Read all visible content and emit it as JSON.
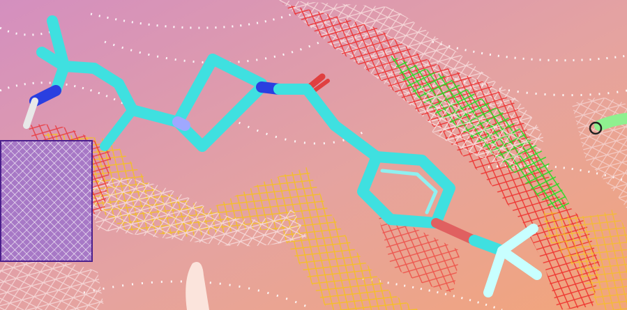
{
  "colors": {
    "background_top": "#d48fbf",
    "background_bottom": "#f2a57a",
    "ligand": "#3fe0e0",
    "nitrogen": "#2a3fe0",
    "oxygen": "#e04040",
    "mesh_red": "#ee2222",
    "mesh_green": "#22dd22",
    "mesh_yellow": "#f5c21b",
    "mesh_pale": "#f4d6d6",
    "overlay_fill": "#a778c6",
    "overlay_border": "#4b1f8c"
  },
  "icons": [
    "cross-hatch-overlay-box",
    "ligand-stick-model",
    "electron-density-mesh"
  ]
}
